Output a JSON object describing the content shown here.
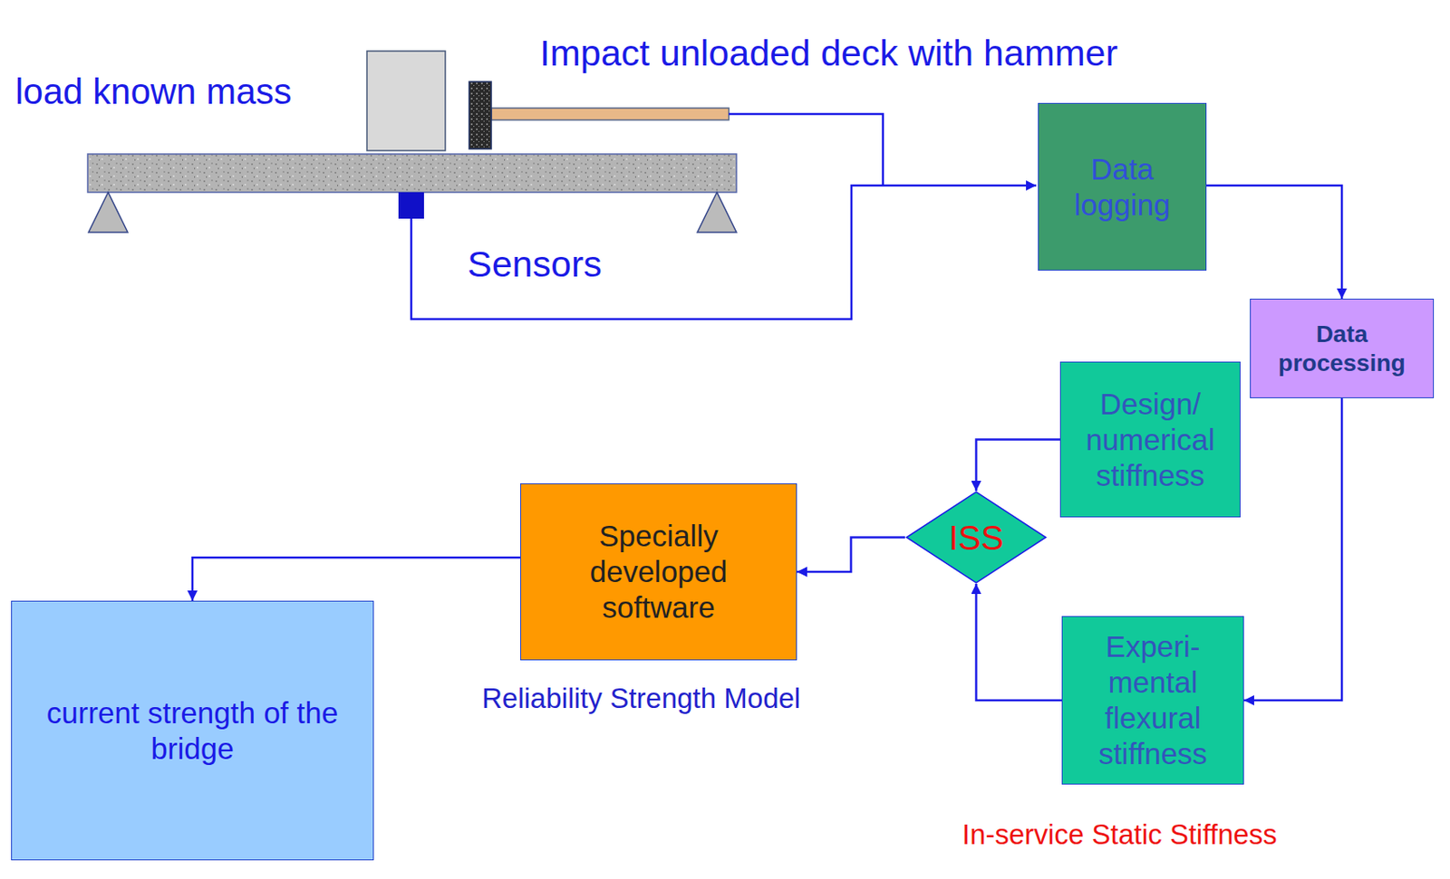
{
  "diagram": {
    "nodes": [
      {
        "text": [
          "Data logging"
        ]
      },
      {
        "text": [
          "Data processing"
        ]
      },
      {
        "text": [
          "Design/ numerical stiffness"
        ]
      },
      {
        "text": [
          "ISS"
        ]
      },
      {
        "text": [
          "Experi- mental flexural stiffness"
        ]
      },
      {
        "text": [
          "Specially developed software"
        ]
      },
      {
        "text": [
          "current strength of the bridge"
        ]
      }
    ],
    "edges": [
      {
        "from": 0,
        "to": 1,
        "arrow": "to"
      },
      {
        "from": 1,
        "to": 4,
        "arrow": "to"
      },
      {
        "from": 2,
        "to": 3,
        "arrow": "to"
      },
      {
        "from": 4,
        "to": 3,
        "arrow": "to"
      },
      {
        "from": 3,
        "to": 5,
        "arrow": "to"
      },
      {
        "from": 5,
        "to": 6,
        "arrow": "to"
      }
    ],
    "labels": [
      "load known mass",
      "Impact unloaded deck with hammer",
      "Sensors",
      "Reliability Strength Model",
      "In-service Static Stiffness"
    ]
  }
}
